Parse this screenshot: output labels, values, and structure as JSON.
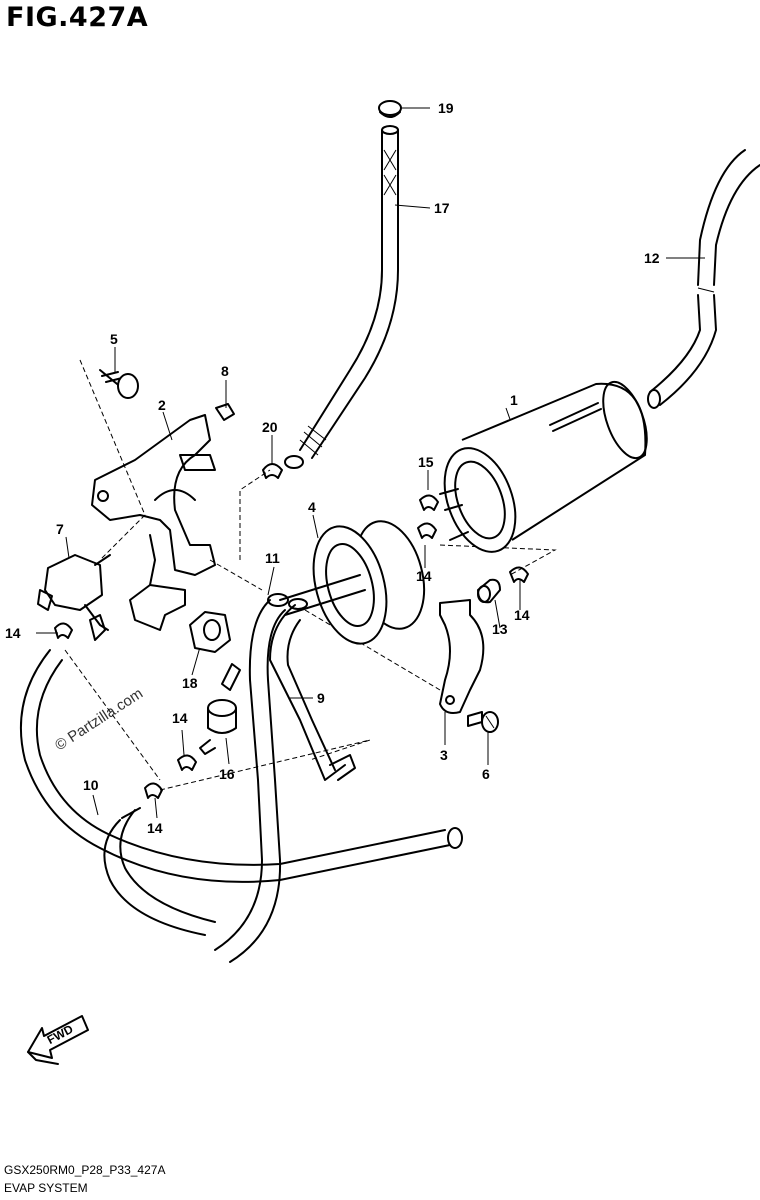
{
  "figure": {
    "title": "FIG.427A",
    "diagram_code": "GSX250RM0_P28_P33_427A",
    "section_name": "EVAP SYSTEM",
    "watermark": "© Partzilla.com",
    "fwd_label": "FWD"
  },
  "callouts": [
    {
      "id": "callout-1",
      "label": "1"
    },
    {
      "id": "callout-2",
      "label": "2"
    },
    {
      "id": "callout-3",
      "label": "3"
    },
    {
      "id": "callout-4",
      "label": "4"
    },
    {
      "id": "callout-5",
      "label": "5"
    },
    {
      "id": "callout-6",
      "label": "6"
    },
    {
      "id": "callout-7",
      "label": "7"
    },
    {
      "id": "callout-8",
      "label": "8"
    },
    {
      "id": "callout-9",
      "label": "9"
    },
    {
      "id": "callout-10",
      "label": "10"
    },
    {
      "id": "callout-11",
      "label": "11"
    },
    {
      "id": "callout-12",
      "label": "12"
    },
    {
      "id": "callout-13",
      "label": "13"
    },
    {
      "id": "callout-14a",
      "label": "14"
    },
    {
      "id": "callout-14b",
      "label": "14"
    },
    {
      "id": "callout-14c",
      "label": "14"
    },
    {
      "id": "callout-14d",
      "label": "14"
    },
    {
      "id": "callout-14e",
      "label": "14"
    },
    {
      "id": "callout-15",
      "label": "15"
    },
    {
      "id": "callout-16",
      "label": "16"
    },
    {
      "id": "callout-17",
      "label": "17"
    },
    {
      "id": "callout-18",
      "label": "18"
    },
    {
      "id": "callout-19",
      "label": "19"
    },
    {
      "id": "callout-20",
      "label": "20"
    }
  ]
}
